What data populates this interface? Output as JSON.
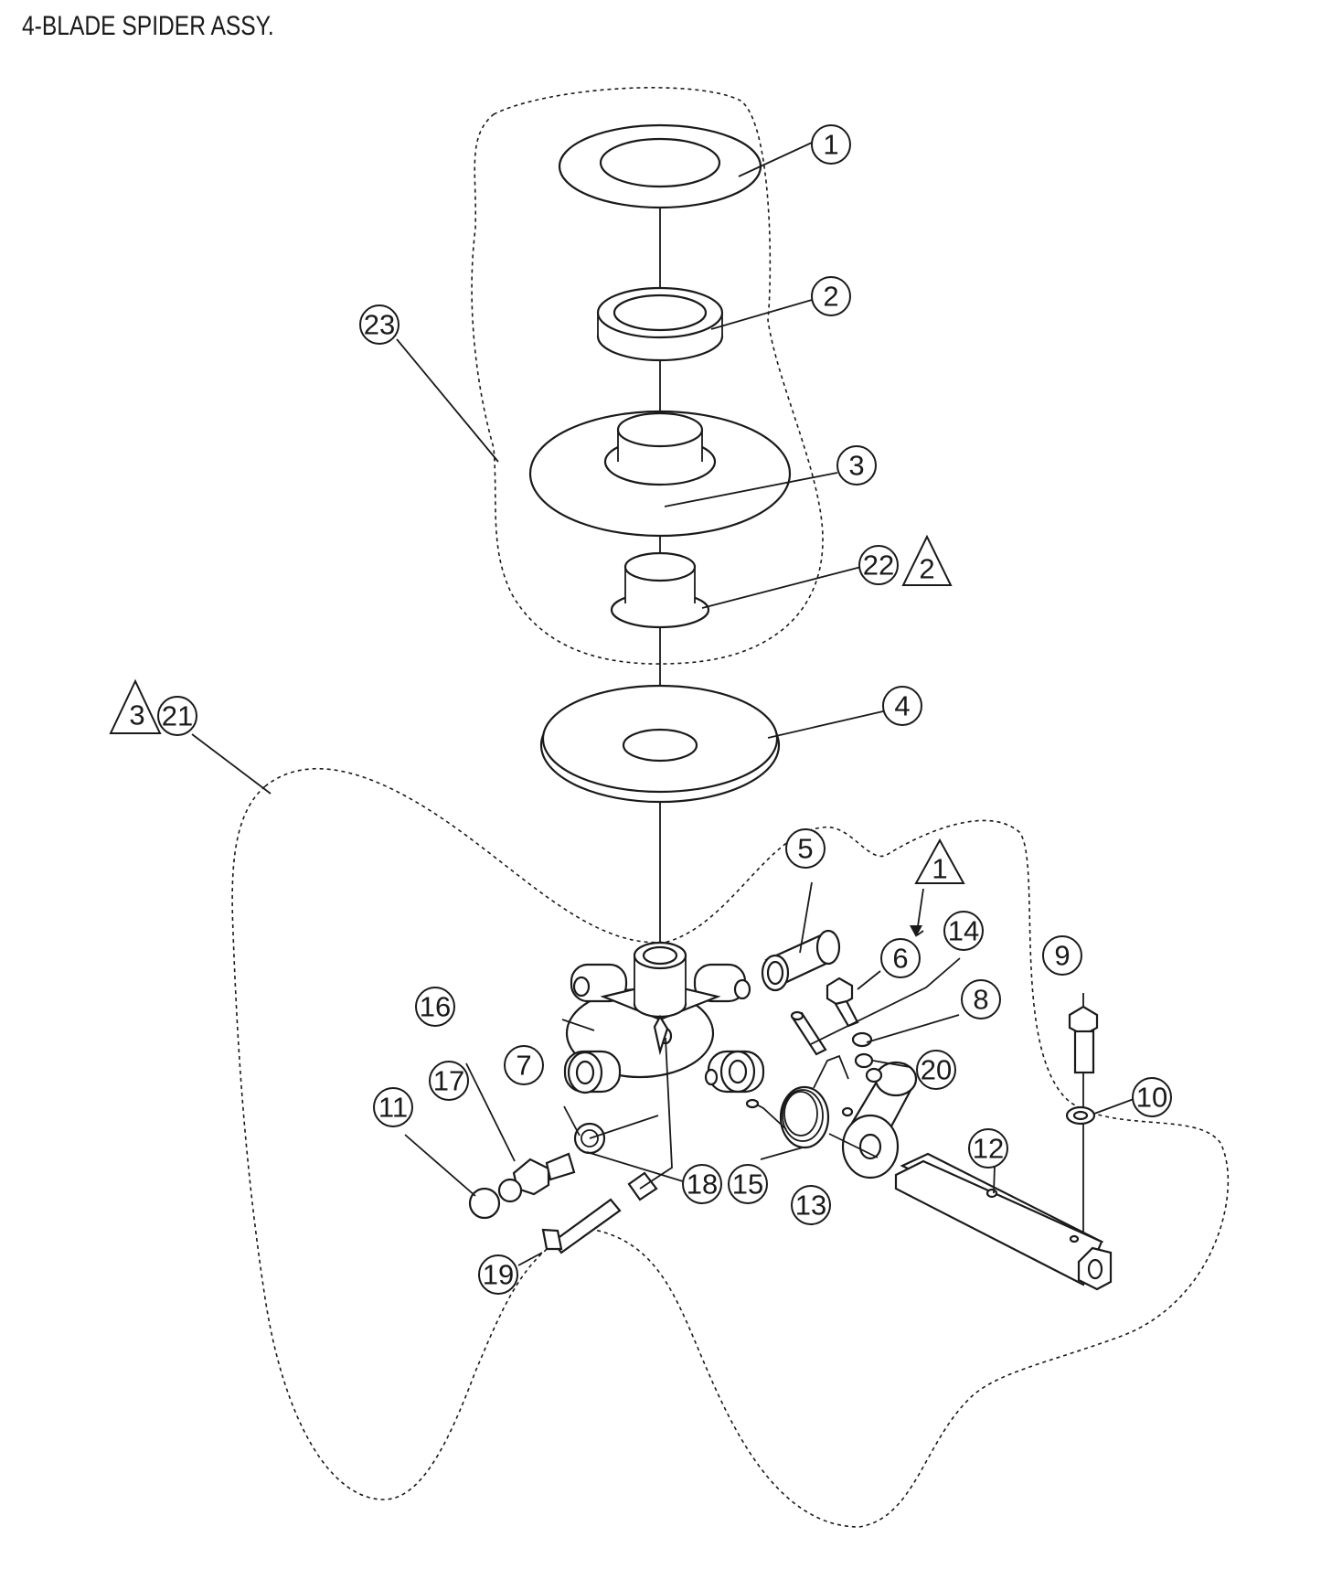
{
  "title": "4-BLADE SPIDER ASSY.",
  "callouts": [
    {
      "num": "1"
    },
    {
      "num": "2"
    },
    {
      "num": "3"
    },
    {
      "num": "4"
    },
    {
      "num": "5"
    },
    {
      "num": "6"
    },
    {
      "num": "7"
    },
    {
      "num": "8"
    },
    {
      "num": "9"
    },
    {
      "num": "10"
    },
    {
      "num": "11"
    },
    {
      "num": "12"
    },
    {
      "num": "13"
    },
    {
      "num": "14"
    },
    {
      "num": "15"
    },
    {
      "num": "16"
    },
    {
      "num": "17"
    },
    {
      "num": "18"
    },
    {
      "num": "19"
    },
    {
      "num": "20"
    },
    {
      "num": "21"
    },
    {
      "num": "22"
    },
    {
      "num": "23"
    }
  ],
  "notes": [
    {
      "num": "1"
    },
    {
      "num": "2"
    },
    {
      "num": "3"
    }
  ]
}
